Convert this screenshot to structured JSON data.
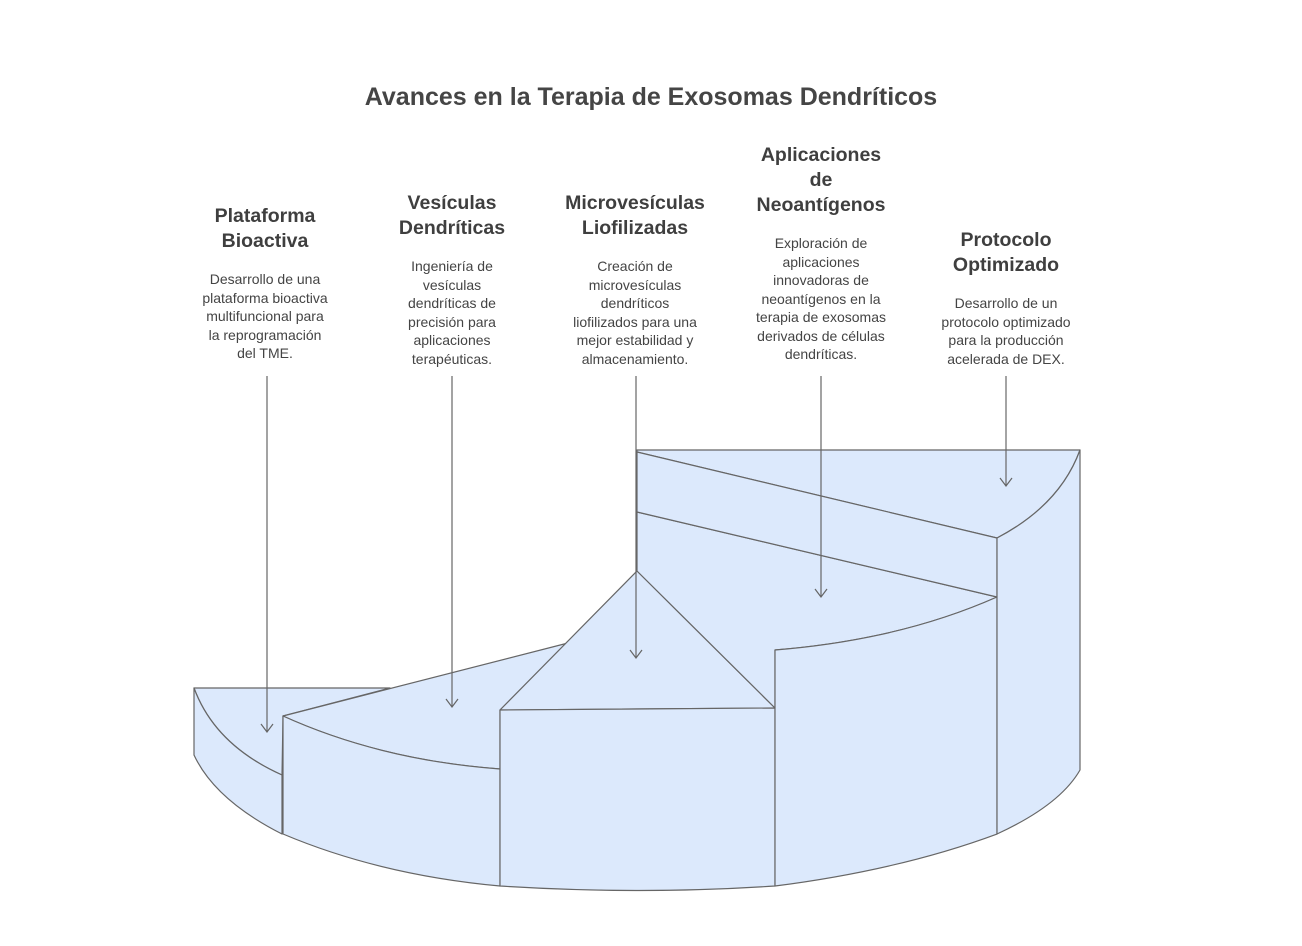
{
  "title": "Avances en la Terapia de Exosomas Dendríticos",
  "colors": {
    "fill": "#dce9fc",
    "stroke": "#666666",
    "text": "#444444"
  },
  "steps": [
    {
      "title_lines": [
        "Plataforma",
        "Bioactiva"
      ],
      "desc_lines": [
        "Desarrollo de una",
        "plataforma bioactiva",
        "multifuncional para",
        "la reprogramación",
        "del TME."
      ]
    },
    {
      "title_lines": [
        "Vesículas",
        "Dendríticas"
      ],
      "desc_lines": [
        "Ingeniería de",
        "vesículas",
        "dendríticas de",
        "precisión para",
        "aplicaciones",
        "terapéuticas."
      ]
    },
    {
      "title_lines": [
        "Microvesículas",
        "Liofilizadas"
      ],
      "desc_lines": [
        "Creación de",
        "microvesículas",
        "dendríticos",
        "liofilizados para una",
        "mejor estabilidad y",
        "almacenamiento."
      ]
    },
    {
      "title_lines": [
        "Aplicaciones",
        "de",
        "Neoantígenos"
      ],
      "desc_lines": [
        "Exploración de",
        "aplicaciones",
        "innovadoras de",
        "neoantígenos en la",
        "terapia de exosomas",
        "derivados de células",
        "dendríticas."
      ]
    },
    {
      "title_lines": [
        "Protocolo",
        "Optimizado"
      ],
      "desc_lines": [
        "Desarrollo de un",
        "protocolo optimizado",
        "para la producción",
        "acelerada de DEX."
      ]
    }
  ]
}
